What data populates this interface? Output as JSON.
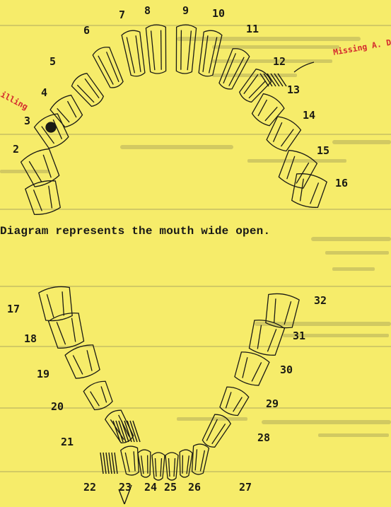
{
  "diagram": {
    "caption": "Diagram represents the mouth wide open.",
    "upper_tooth_numbers": [
      "2",
      "3",
      "4",
      "5",
      "6",
      "7",
      "8",
      "9",
      "10",
      "11",
      "12",
      "13",
      "14",
      "15",
      "16"
    ],
    "lower_tooth_numbers": [
      "17",
      "18",
      "19",
      "20",
      "21",
      "22",
      "23",
      "24",
      "25",
      "26",
      "27",
      "28",
      "29",
      "30",
      "31",
      "32"
    ],
    "stamps": {
      "right": "Missing A. D.",
      "left": "illing"
    }
  },
  "colors": {
    "paper": "#f6ec6a",
    "ink": "#1a1a14",
    "stamp_red": "#d42a2e",
    "bleed": "#8f8a53"
  }
}
